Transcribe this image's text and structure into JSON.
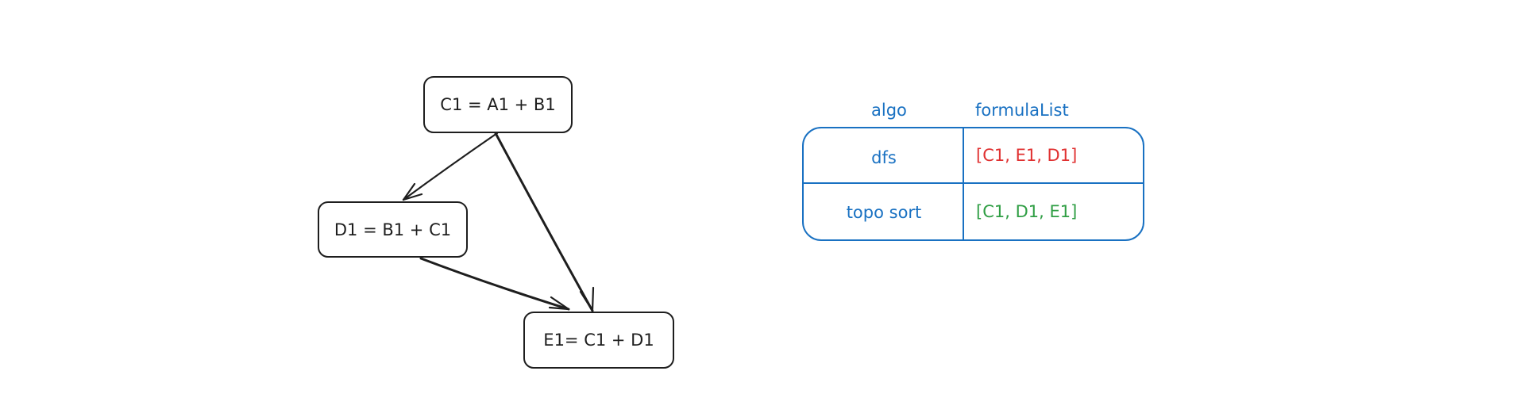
{
  "nodes": {
    "c1": "C1 = A1 + B1",
    "d1": "D1 = B1 + C1",
    "e1": "E1= C1 + D1"
  },
  "edges": [
    {
      "from": "c1",
      "to": "d1"
    },
    {
      "from": "c1",
      "to": "e1"
    },
    {
      "from": "d1",
      "to": "e1"
    }
  ],
  "table": {
    "headers": {
      "algo": "algo",
      "formula_list": "formulaList"
    },
    "rows": [
      {
        "algo": "dfs",
        "formula_list": "[C1, E1, D1]",
        "list_color": "#e03131"
      },
      {
        "algo": "topo sort",
        "formula_list": "[C1, D1, E1]",
        "list_color": "#2f9e44"
      }
    ]
  },
  "colors": {
    "stroke": "#1e1e1e",
    "table_accent": "#1971c2"
  }
}
